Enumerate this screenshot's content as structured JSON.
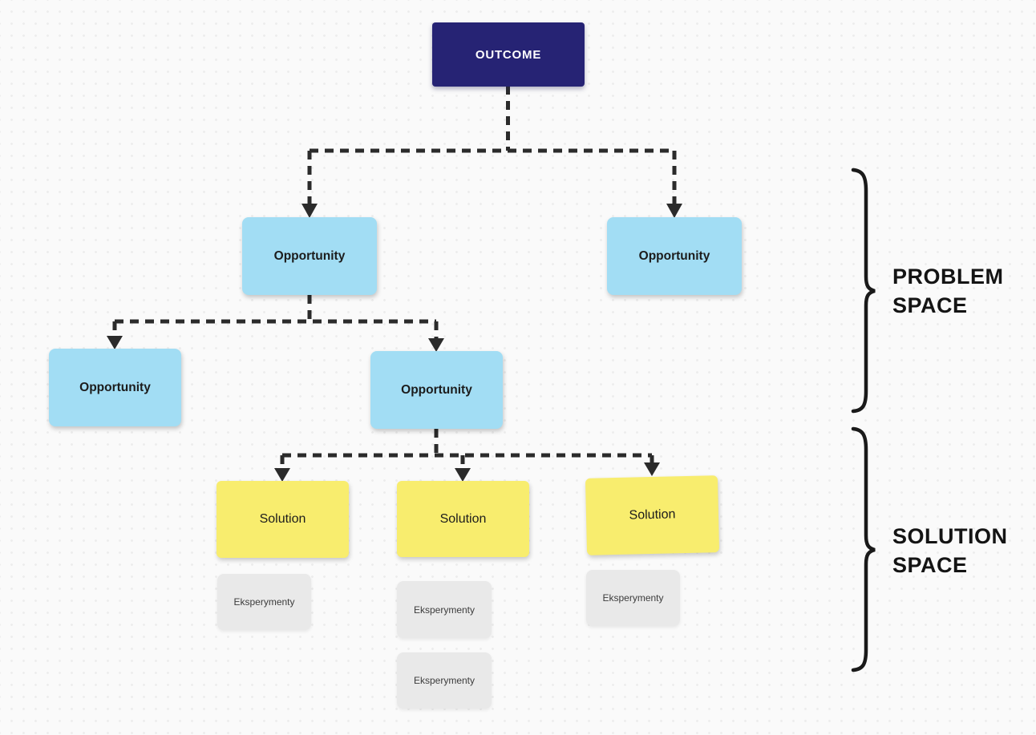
{
  "colors": {
    "outcome-fill": "#262374",
    "outcome-text": "#ffffff",
    "opportunity-fill": "#a2ddf4",
    "solution-fill": "#f8ed6e",
    "experiment-fill": "#e9e9e9",
    "node-text": "#1c1c1c",
    "experiment-text": "#3c3c3c",
    "connector": "#2b2b2b",
    "annotation-text": "#141414",
    "canvas-bg": "#fafafa",
    "canvas-dot": "#ededed"
  },
  "nodes": {
    "outcome": {
      "label": "OUTCOME"
    },
    "opportunities": [
      {
        "label": "Opportunity"
      },
      {
        "label": "Opportunity"
      },
      {
        "label": "Opportunity"
      },
      {
        "label": "Opportunity"
      }
    ],
    "solutions": [
      {
        "label": "Solution"
      },
      {
        "label": "Solution"
      },
      {
        "label": "Solution"
      }
    ],
    "experiments": [
      {
        "label": "Eksperymenty"
      },
      {
        "label": "Eksperymenty"
      },
      {
        "label": "Eksperymenty"
      },
      {
        "label": "Eksperymenty"
      }
    ]
  },
  "annotations": {
    "problem_space": {
      "line1": "PROBLEM",
      "line2": "SPACE"
    },
    "solution_space": {
      "line1": "SOLUTION",
      "line2": "SPACE"
    }
  }
}
